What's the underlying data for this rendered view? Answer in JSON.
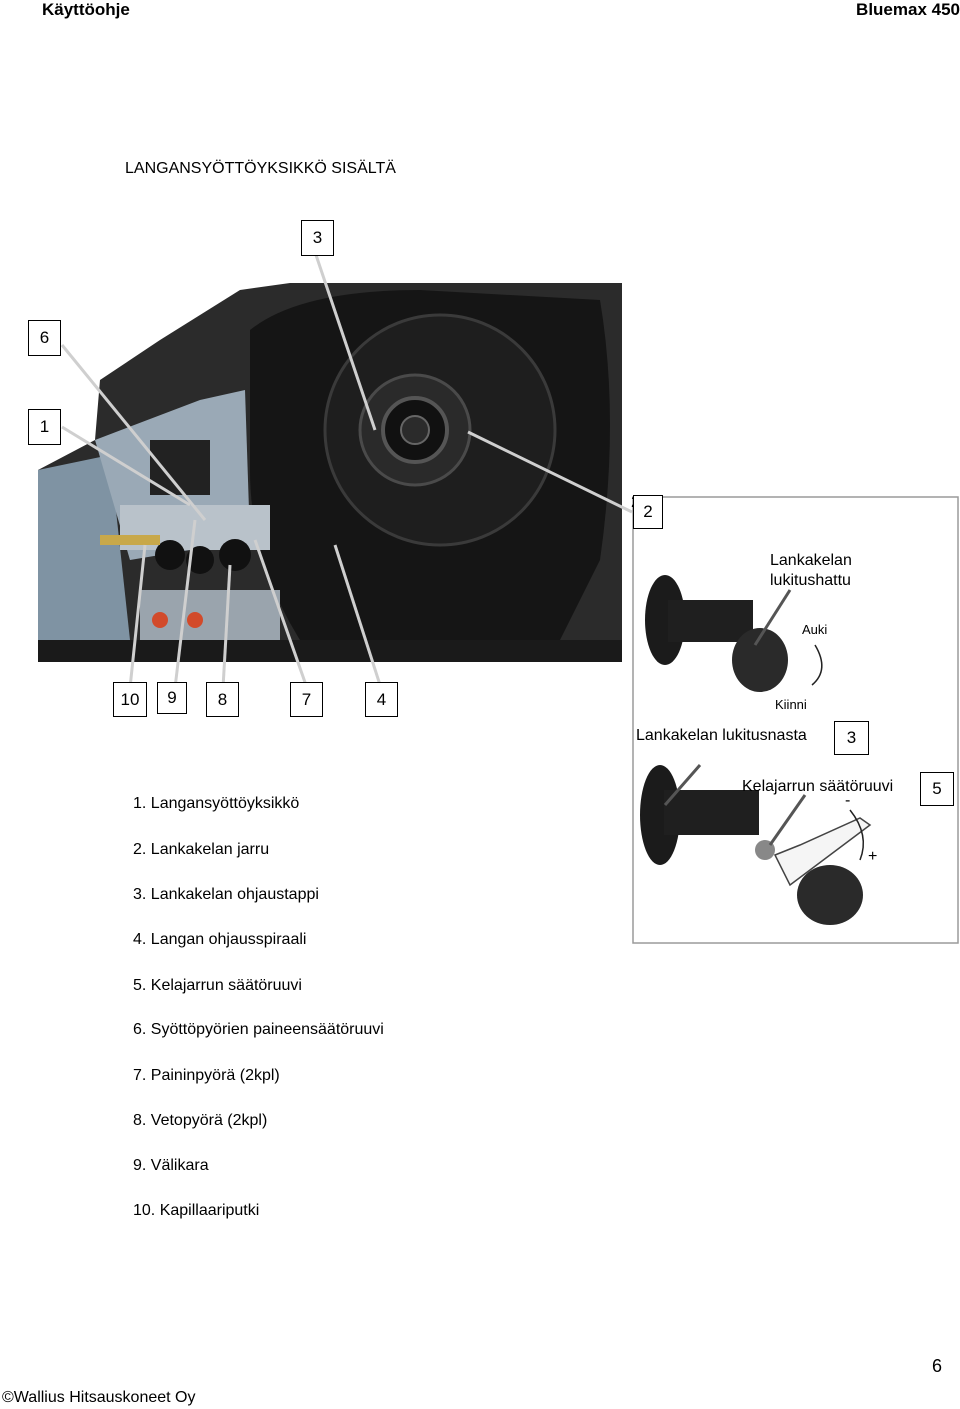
{
  "header": {
    "left": "Käyttöohje",
    "right": "Bluemax 450"
  },
  "section_title": "LANGANSYÖTTÖYKSIKKÖ SISÄLTÄ",
  "callouts": {
    "c3_top": "3",
    "c6": "6",
    "c1": "1",
    "c2": "2",
    "c2_small": "2",
    "c10": "10",
    "c9": "9",
    "c8": "8",
    "c7": "7",
    "c4": "4",
    "c3_right": "3",
    "c5": "5"
  },
  "inset": {
    "lock_cap_label": "Lankakelan lukitushattu",
    "open_label": "Auki",
    "close_label": "Kiinni",
    "lock_pin_label": "Lankakelan lukitusnasta",
    "brake_screw_label": "Kelajarrun säätöruuvi",
    "minus": "-",
    "plus": "+"
  },
  "legend": [
    "1. Langansyöttöyksikkö",
    "2. Lankakelan jarru",
    "3. Lankakelan ohjaustappi",
    "4. Langan ohjausspiraali",
    "5. Kelajarrun säätöruuvi",
    "6. Syöttöpyörien paineensäätöruuvi",
    "7. Paininpyörä (2kpl)",
    "8. Vetopyörä (2kpl)",
    "9. Välikara",
    "10. Kapillaariputki"
  ],
  "footer": {
    "copyright": "©Wallius Hitsauskoneet Oy",
    "page_number": "6"
  },
  "colors": {
    "housing": "#1c1c1c",
    "steel": "#8a98a6",
    "knob": "#2a2a2a",
    "pointer": "#c8c8c8"
  }
}
